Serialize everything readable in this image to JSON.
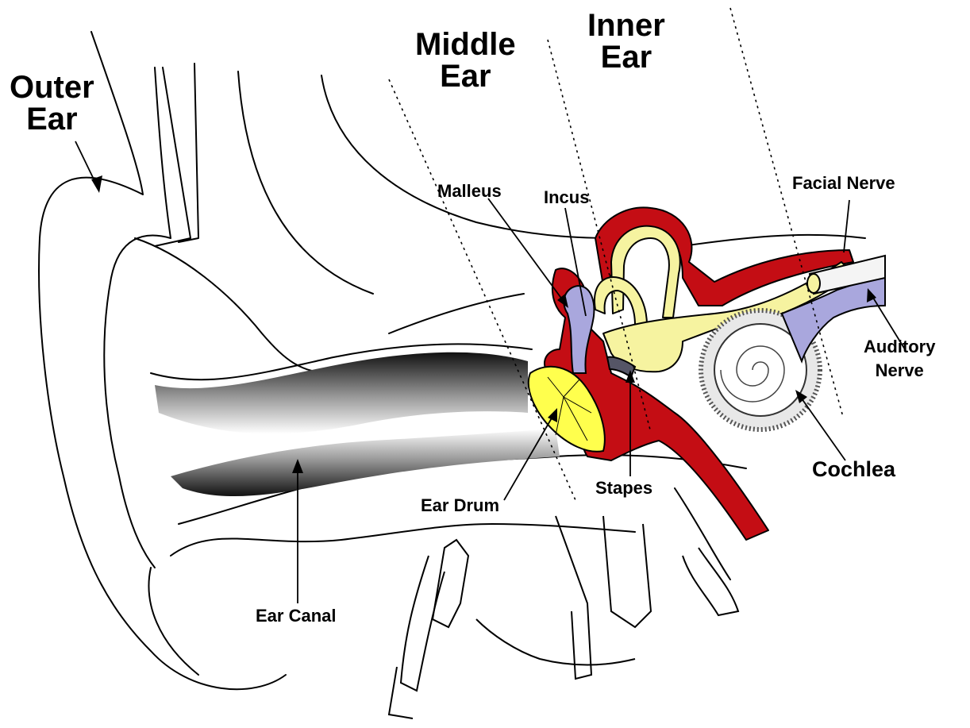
{
  "regions": {
    "outer_ear": {
      "line1": "Outer",
      "line2": "Ear"
    },
    "middle_ear": {
      "line1": "Middle",
      "line2": "Ear"
    },
    "inner_ear": {
      "line1": "Inner",
      "line2": "Ear"
    }
  },
  "parts": {
    "malleus": "Malleus",
    "incus": "Incus",
    "facial_nerve": "Facial Nerve",
    "auditory_nerve_line1": "Auditory",
    "auditory_nerve_line2": "Nerve",
    "cochlea": "Cochlea",
    "stapes": "Stapes",
    "ear_drum": "Ear Drum",
    "ear_canal": "Ear Canal"
  },
  "colors": {
    "bone_red": "#c40d14",
    "canal_yellow": "#f6f3a0",
    "drum_yellow": "#ffff4d",
    "ossicle_blue": "#a9a7dd",
    "outline": "#000000"
  }
}
